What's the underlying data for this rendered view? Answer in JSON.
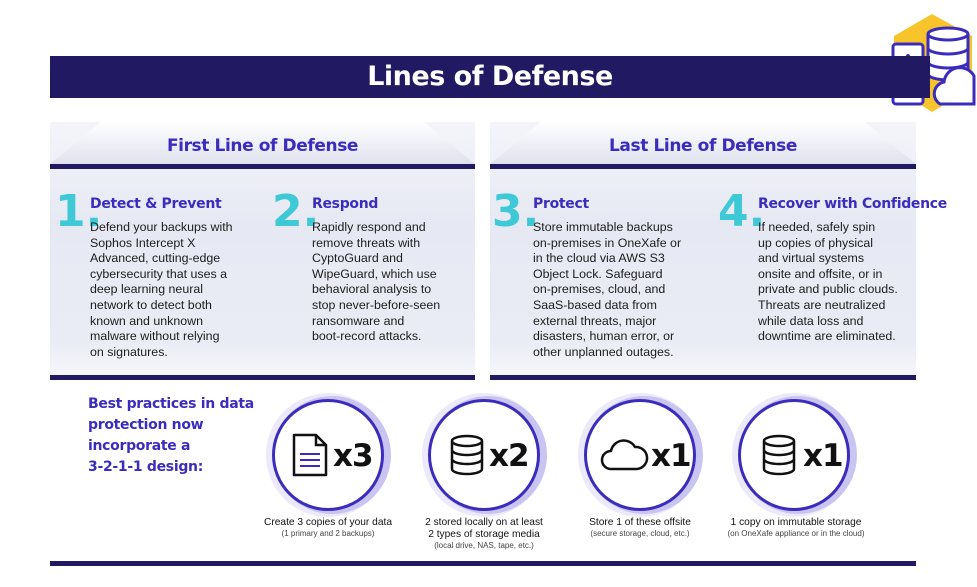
{
  "title": "Lines of Defense",
  "first_line": {
    "title": "First Line of Defense"
  },
  "last_line": {
    "title": "Last Line of Defense"
  },
  "steps": [
    {
      "number": "1.",
      "title": "Detect & Prevent",
      "lines": [
        "Defend your backups with",
        "Sophos Intercept X",
        "Advanced, cutting-edge",
        "cybersecurity that uses a",
        "deep learning neural",
        "network to detect both",
        "known and unknown",
        "malware without relying",
        "on signatures."
      ]
    },
    {
      "number": "2.",
      "title": "Respond",
      "lines": [
        "Rapidly respond and",
        "remove threats with",
        "CyptoGuard and",
        "WipeGuard, which use",
        "behavioral analysis to",
        "stop never-before-seen",
        "ransomware and",
        "boot-record attacks."
      ]
    },
    {
      "number": "3.",
      "title": "Protect",
      "lines": [
        "Store immutable backups",
        "on-premises in OneXafe or",
        "in the cloud via AWS S3",
        "Object Lock. Safeguard",
        "on-premises, cloud, and",
        "SaaS-based data from",
        "external threats, major",
        "disasters, human error, or",
        "other unplanned outages."
      ]
    },
    {
      "number": "4.",
      "title": "Recover with Confidence",
      "lines": [
        "If needed, safely spin",
        "up copies of physical",
        "and virtual systems",
        "onsite and offsite, or in",
        "private and public clouds.",
        "Threats are neutralized",
        "while data loss and",
        "downtime are eliminated."
      ]
    }
  ],
  "best_practices": [
    "Best practices in data",
    "protection now",
    "incorporate a",
    "3-2-1-1 design:"
  ],
  "rules": [
    {
      "icon": "document-icon",
      "multiplier": "x3",
      "caption": [
        "Create 3 copies of your data"
      ],
      "sub": [
        "(1 primary and 2 backups)"
      ]
    },
    {
      "icon": "database-icon",
      "multiplier": "x2",
      "caption": [
        "2 stored locally on at least",
        "2 types of storage media"
      ],
      "sub": [
        "(local drive, NAS, tape, etc.)"
      ]
    },
    {
      "icon": "cloud-icon",
      "multiplier": "x1",
      "caption": [
        "Store 1 of these offsite"
      ],
      "sub": [
        "(secure storage, cloud, etc.)"
      ]
    },
    {
      "icon": "database-icon",
      "multiplier": "x1",
      "caption": [
        "1 copy on immutable storage"
      ],
      "sub": [
        "(on OneXafe appliance or in the cloud)"
      ]
    }
  ],
  "colors": {
    "navy": "#211961",
    "purple": "#3b2cbd",
    "teal": "#3fc9d6",
    "gold": "#f7c42b",
    "lavender": "#c9c4f1"
  }
}
